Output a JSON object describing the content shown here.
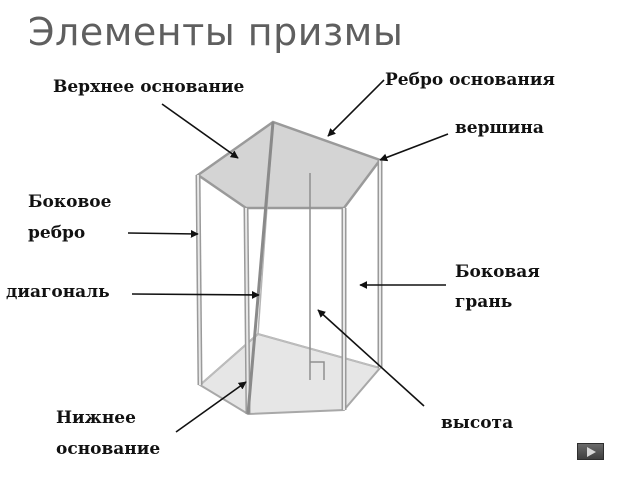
{
  "title": "Элементы призмы",
  "labels": {
    "top_base": "Верхнее основание",
    "base_edge": "Ребро основания",
    "vertex": "вершина",
    "lateral_edge_line1": "Боковое",
    "lateral_edge_line2": "ребро",
    "diagonal": "диагональ",
    "lateral_face_line1": "Боковая",
    "lateral_face_line2": "грань",
    "bottom_base_line1": "Нижнее",
    "bottom_base_line2": "основание",
    "height": "высота"
  },
  "colors": {
    "title": "#5f5f5f",
    "top_face_fill": "#d4d4d4",
    "bottom_face_fill": "#e6e6e6",
    "edge": "#9a9a9a",
    "arrow": "#111111"
  },
  "nav": {
    "next_icon": "play-icon"
  }
}
